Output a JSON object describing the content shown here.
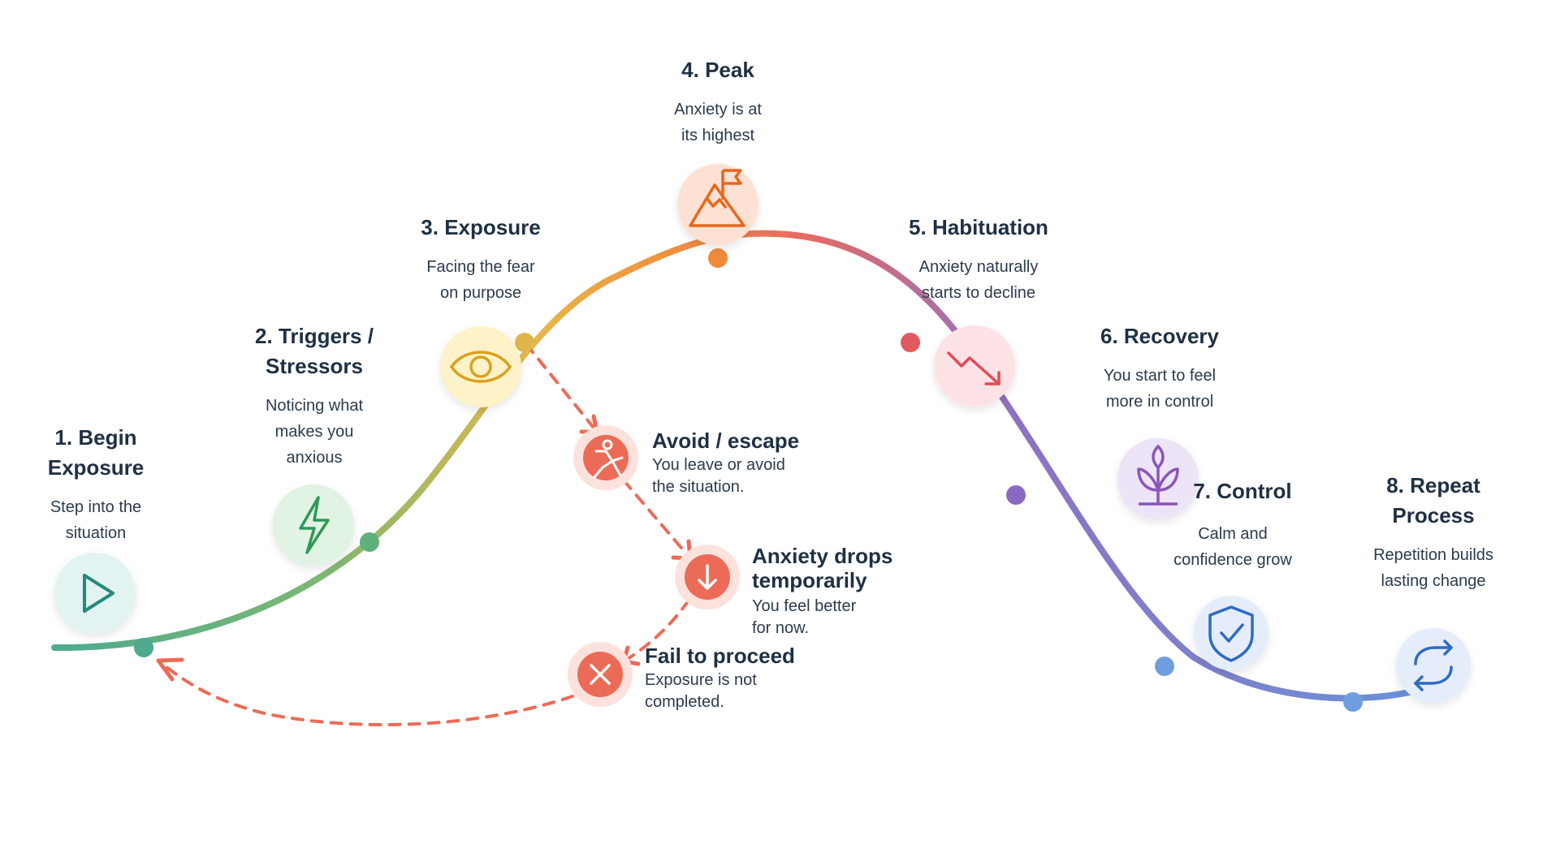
{
  "colors": {
    "curve": [
      "#4fa98e",
      "#7ab873",
      "#e6b84a",
      "#f0913c",
      "#e96a62",
      "#8e72c2",
      "#6c8fd6"
    ],
    "dashed": "#ec6b57",
    "stage_dots": [
      "#4fa98e",
      "#5fb07a",
      "#e0b54a",
      "#ef8a3a",
      "#e3595f",
      "#8a69c2",
      "#6e9ee0",
      "#6e9ee0"
    ],
    "stage_icon_bg": [
      "#e2f3f1",
      "#e1f3e3",
      "#fdf2c8",
      "#fde1d2",
      "#fde2e6",
      "#ede4f7",
      "#e5edfb",
      "#e5edfb"
    ],
    "stage_icon_fg": [
      "#238a7c",
      "#2e9a57",
      "#d9a21f",
      "#e8671e",
      "#e14a57",
      "#8a55b8",
      "#2f6bc2",
      "#2f6bc2"
    ]
  },
  "stages": [
    {
      "title": "1. Begin Exposure",
      "lines": [
        "Step into the",
        "situation"
      ],
      "icon": "play-icon"
    },
    {
      "title": "2. Triggers / Stressors",
      "lines": [
        "Noticing what",
        "makes you",
        "anxious"
      ],
      "icon": "lightning-icon"
    },
    {
      "title": "3. Exposure",
      "lines": [
        "Facing the fear",
        "on purpose"
      ],
      "icon": "eye-icon"
    },
    {
      "title": "4. Peak",
      "lines": [
        "Anxiety is at",
        "its highest"
      ],
      "icon": "mountain-flag-icon"
    },
    {
      "title": "5. Habituation",
      "lines": [
        "Anxiety naturally",
        "starts to decline"
      ],
      "icon": "trend-down-icon"
    },
    {
      "title": "6. Recovery",
      "lines": [
        "You start to feel",
        "more in control"
      ],
      "icon": "sprout-icon"
    },
    {
      "title": "7. Control",
      "lines": [
        "Calm and",
        "confidence grow"
      ],
      "icon": "shield-check-icon"
    },
    {
      "title": "8. Repeat Process",
      "lines": [
        "Repetition builds",
        "lasting change"
      ],
      "icon": "repeat-icon"
    }
  ],
  "avoidance": [
    {
      "title": "Avoid / escape",
      "lines": [
        "You leave or avoid",
        "the situation."
      ],
      "icon": "running-person-icon"
    },
    {
      "title": "Anxiety drops temporarily",
      "lines": [
        "You feel better",
        "for now."
      ],
      "icon": "arrow-down-icon"
    },
    {
      "title": "Fail to proceed",
      "lines": [
        "Exposure is not",
        "completed."
      ],
      "icon": "x-icon"
    }
  ]
}
